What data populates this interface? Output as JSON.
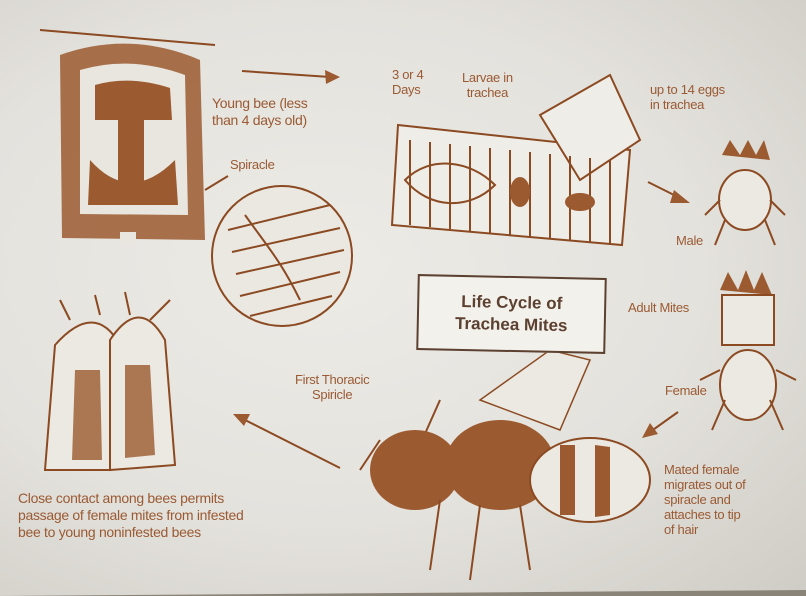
{
  "title": [
    "Life Cycle of",
    "Trachea Mites"
  ],
  "labels": {
    "young_bee": [
      "Young bee (less",
      "than 4 days old)"
    ],
    "spiracle": "Spiracle",
    "days": [
      "3 or 4",
      "Days"
    ],
    "larvae": [
      "Larvae in",
      "trachea"
    ],
    "eggs": [
      "up to 14 eggs",
      "in trachea"
    ],
    "male": "Male",
    "adult_mites": "Adult Mites",
    "female": "Female",
    "first_thoracic": [
      "First Thoracic",
      "Spiricle"
    ],
    "mated_female": [
      "Mated female",
      "migrates out of",
      "spiracle and",
      "attaches to tip",
      "of hair"
    ],
    "close_contact": [
      "Close contact among bees permits",
      "passage of female mites from infested",
      "bee to young noninfested bees"
    ]
  },
  "colors": {
    "ink": "#8b4a22",
    "text": "#9a5a33",
    "title": "#5c4030"
  }
}
